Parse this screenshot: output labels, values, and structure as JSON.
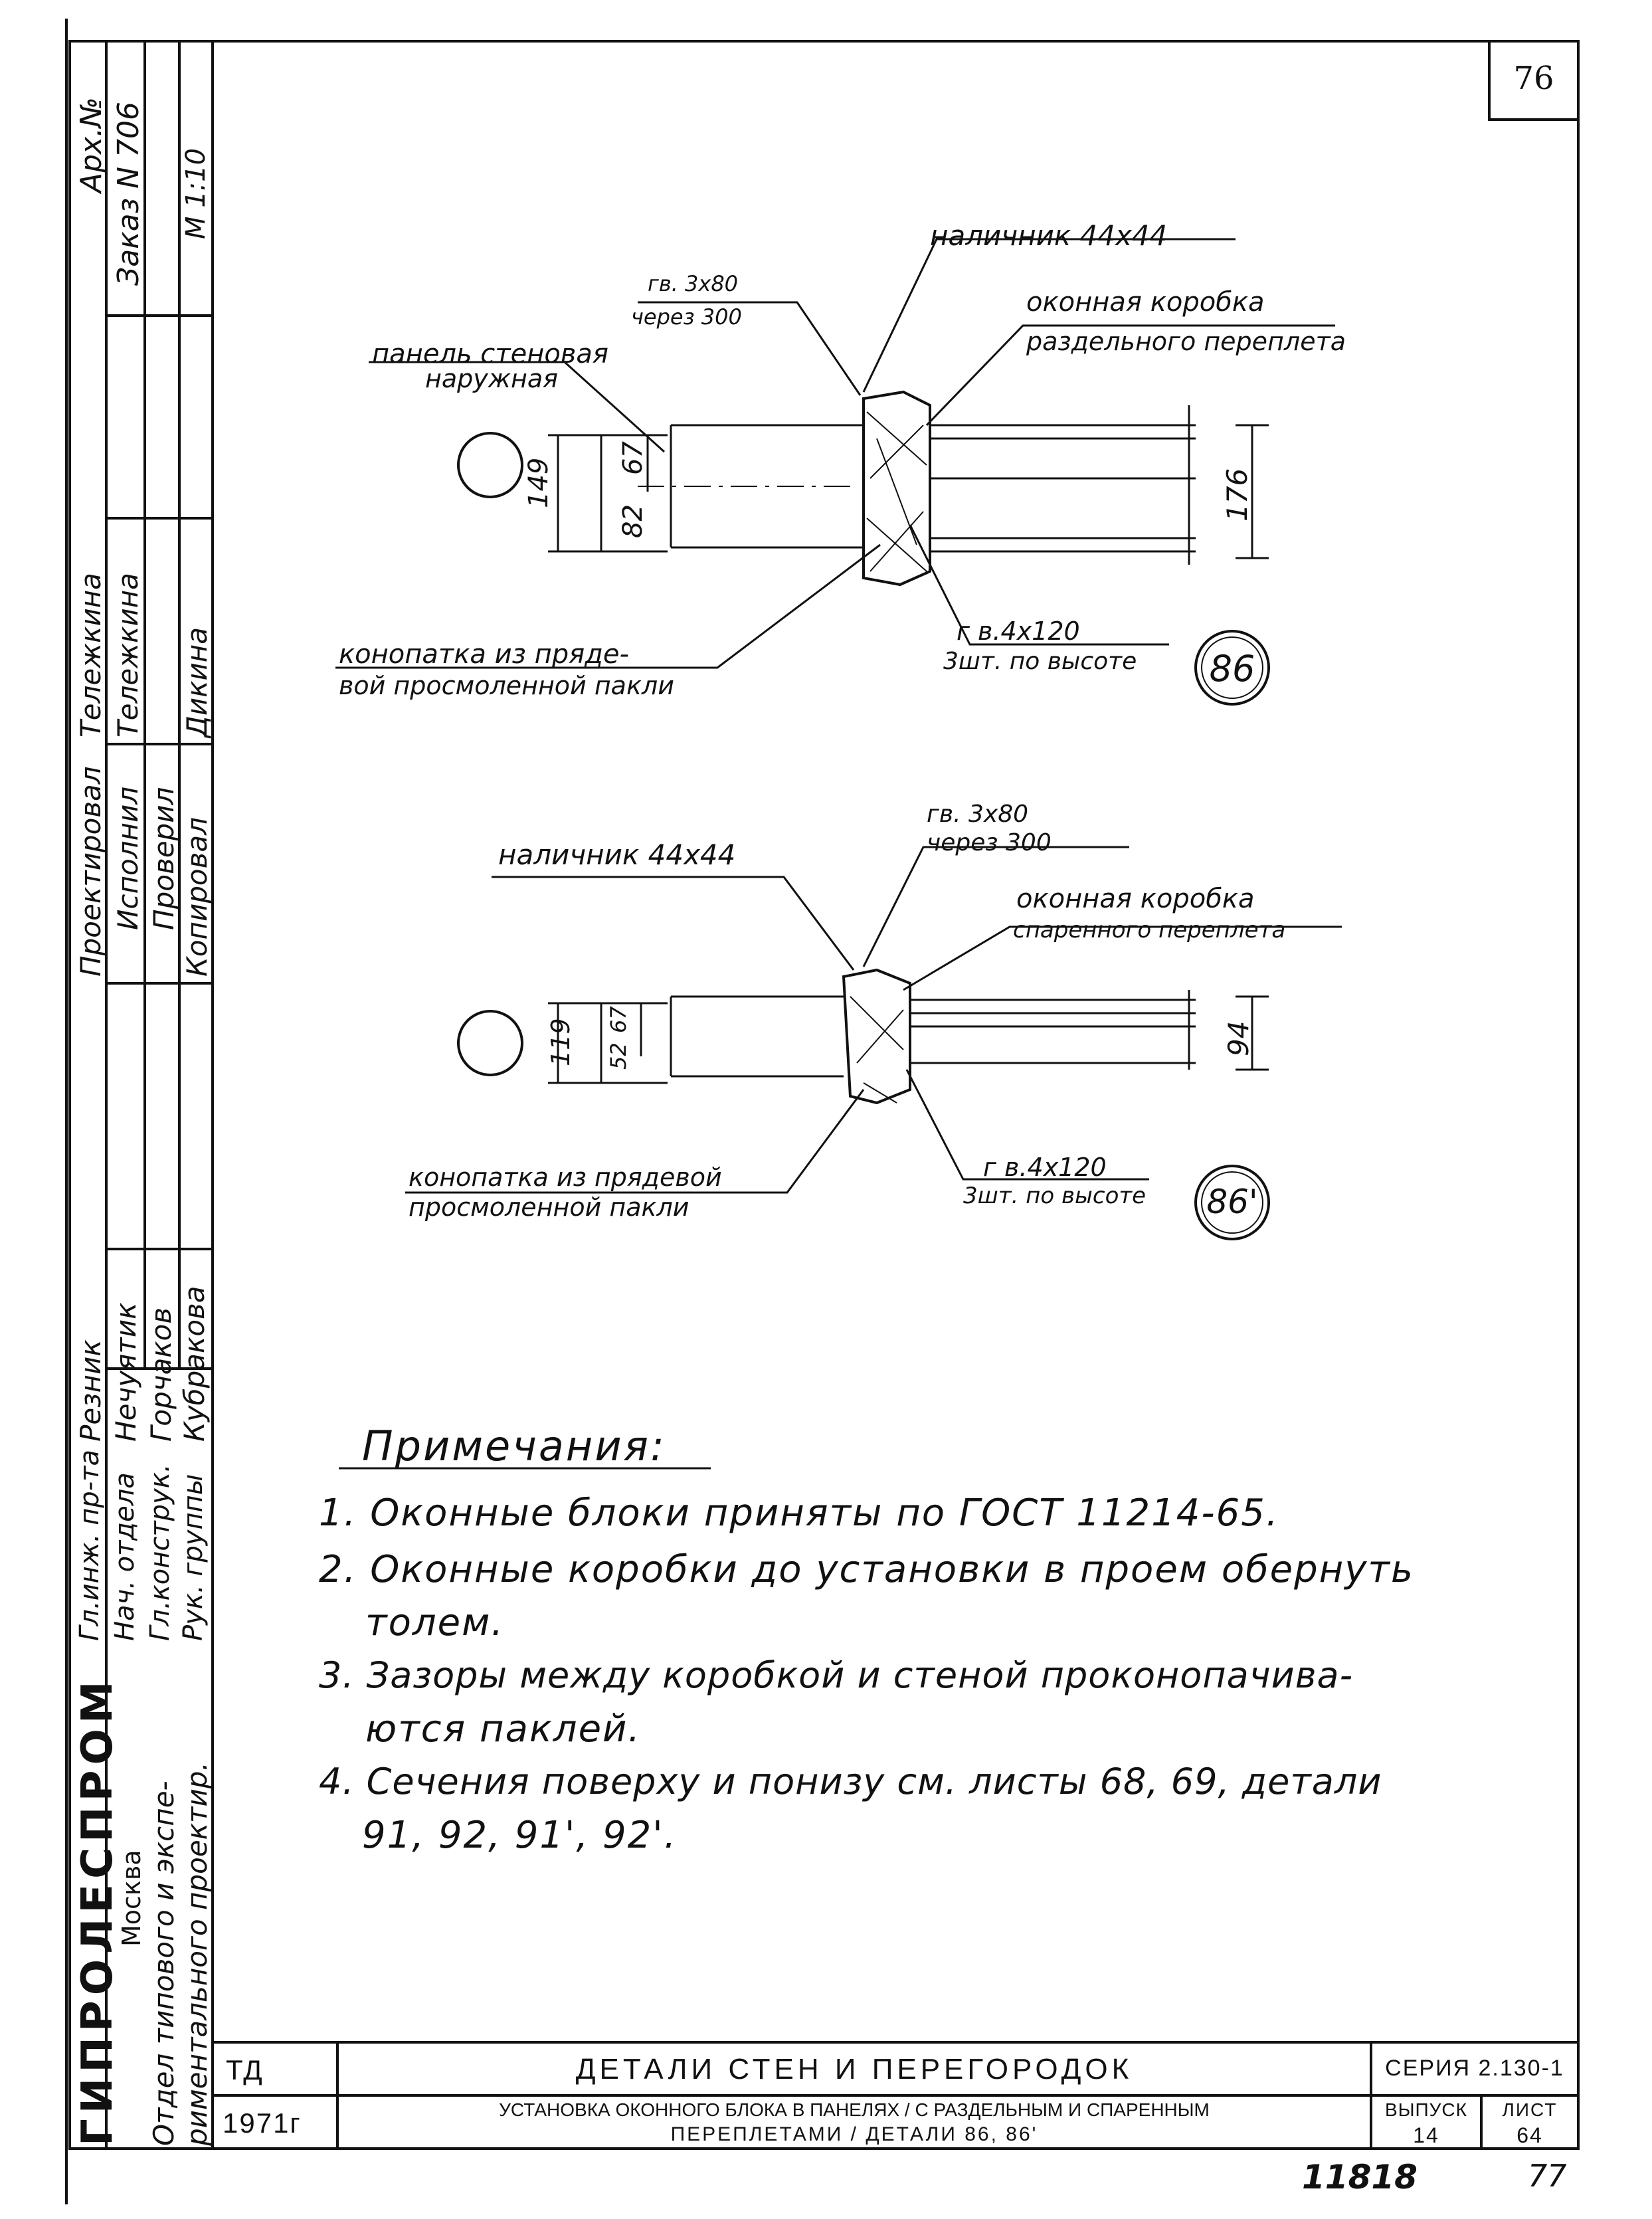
{
  "sheet_number": "76",
  "stamp_column": {
    "arch_label": "Арх.№",
    "order": "Заказ N 706",
    "scale": "М 1:10",
    "rows": [
      {
        "role": "Проектировал",
        "name": "Тележкина"
      },
      {
        "role": "Исполнил",
        "name": "Тележкина"
      },
      {
        "role": "Проверил",
        "name": ""
      },
      {
        "role": "Копировал",
        "name": "Дикина"
      }
    ],
    "staff": [
      {
        "role": "Гл.инж. пр-та",
        "name": "Резник"
      },
      {
        "role": "Нач. отдела",
        "name": "Нечуятик"
      },
      {
        "role": "Гл.конструк.",
        "name": "Горчаков"
      },
      {
        "role": "Рук. группы",
        "name": "Кубракова"
      }
    ],
    "org": "ГИПРОЛЕСПРОМ",
    "city": "Москва",
    "department_1": "Отдел типового и экспе-",
    "department_2": "риментального проектир."
  },
  "detail_86": {
    "label_platband": "наличник 44х44",
    "label_nail_1": "гв. 3х80",
    "label_nail_1b": "через 300",
    "label_frame_1": "оконная коробка",
    "label_frame_2": "раздельного переплета",
    "label_panel_1": "панель стеновая",
    "label_panel_2": "наружная",
    "label_caulk_1": "конопатка из пряде-",
    "label_caulk_2": "вой просмоленной пакли",
    "label_nail_2": "г в.4х120",
    "label_nail_2b": "3шт. по высоте",
    "dim_total": "149",
    "dim_a": "82",
    "dim_b": "67",
    "dim_frame": "176",
    "badge": "86"
  },
  "detail_86p": {
    "label_platband": "наличник 44х44",
    "label_nail_1": "гв. 3х80",
    "label_nail_1b": "через 300",
    "label_frame_1": "оконная коробка",
    "label_frame_2": "спаренного переплета",
    "label_caulk_1": "конопатка из прядевой",
    "label_caulk_2": "просмоленной пакли",
    "label_nail_2": "г в.4х120",
    "label_nail_2b": "3шт. по высоте",
    "dim_total": "119",
    "dim_a": "52",
    "dim_b": "67",
    "dim_frame": "94",
    "badge": "86'"
  },
  "notes": {
    "title": "Примечания:",
    "items": [
      "1. Оконные блоки приняты по ГОСТ 11214-65.",
      "2. Оконные коробки до установки в проем обернуть",
      "толем.",
      "3. Зазоры между коробкой и стеной проконопачива-",
      "ются паклей.",
      "4. Сечения поверху и понизу см. листы 68, 69, детали",
      "91, 92, 91', 92'."
    ]
  },
  "title_block": {
    "code": "ТД",
    "year": "1971г",
    "section_title": "ДЕТАЛИ СТЕН И ПЕРЕГОРОДОК",
    "series": "СЕРИЯ 2.130-1",
    "description_1": "УСТАНОВКА ОКОННОГО БЛОКА В ПАНЕЛЯХ / С РАЗДЕЛЬНЫМ И СПАРЕННЫМ",
    "description_2": "ПЕРЕПЛЕТАМИ / ДЕТАЛИ 86, 86'",
    "issue_label": "ВЫПУСК",
    "issue_value": "14",
    "sheet_label": "ЛИСТ",
    "sheet_value": "64"
  },
  "footer": {
    "inventory": "11818",
    "page": "77"
  }
}
